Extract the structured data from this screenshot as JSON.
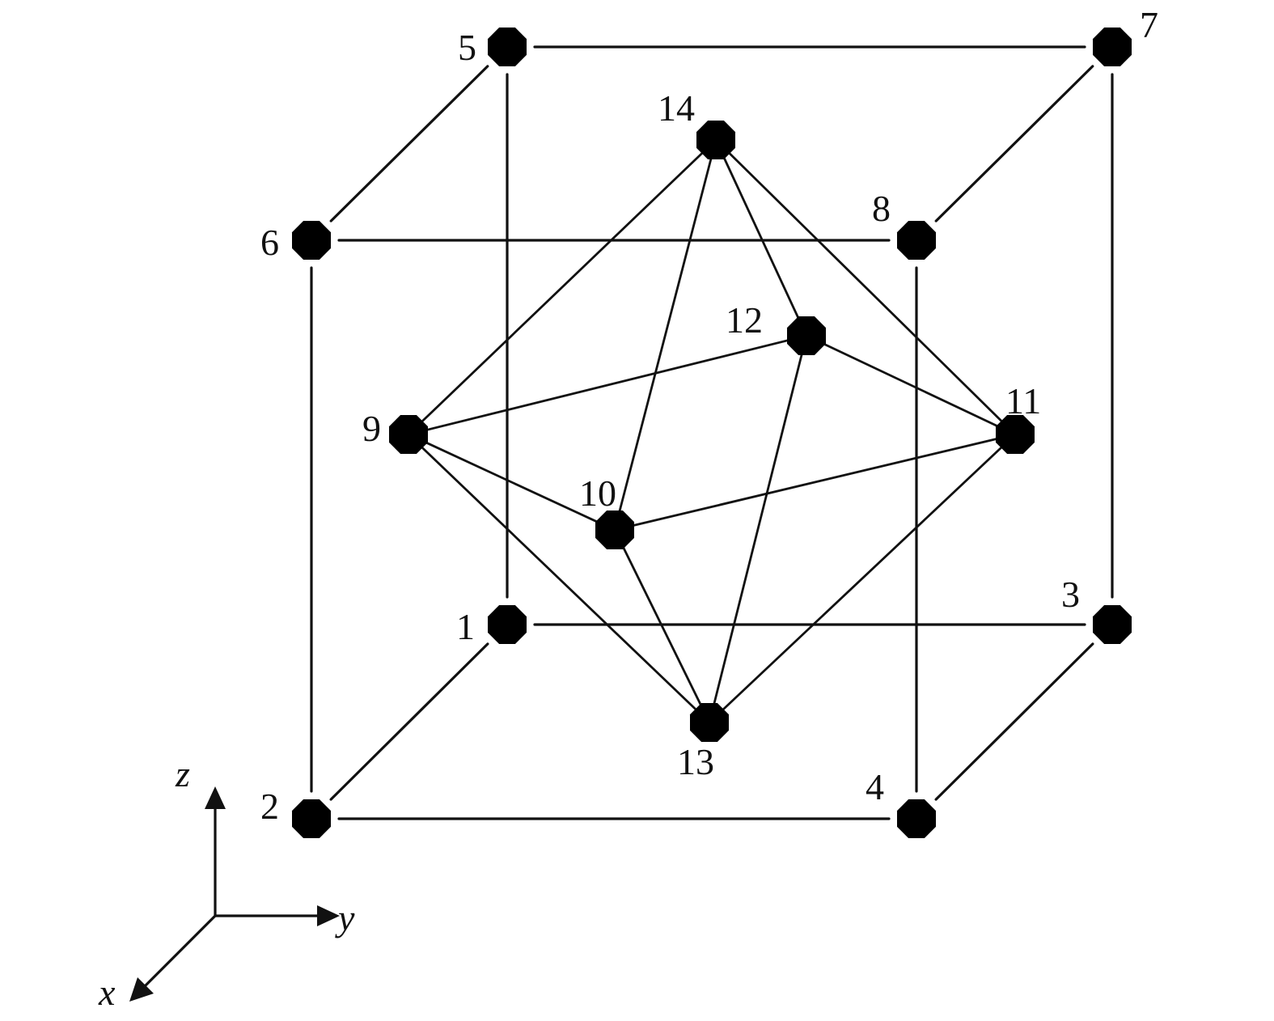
{
  "figure": {
    "nodes": [
      {
        "id": "1",
        "label": "1"
      },
      {
        "id": "2",
        "label": "2"
      },
      {
        "id": "3",
        "label": "3"
      },
      {
        "id": "4",
        "label": "4"
      },
      {
        "id": "5",
        "label": "5"
      },
      {
        "id": "6",
        "label": "6"
      },
      {
        "id": "7",
        "label": "7"
      },
      {
        "id": "8",
        "label": "8"
      },
      {
        "id": "9",
        "label": "9"
      },
      {
        "id": "10",
        "label": "10"
      },
      {
        "id": "11",
        "label": "11"
      },
      {
        "id": "12",
        "label": "12"
      },
      {
        "id": "13",
        "label": "13"
      },
      {
        "id": "14",
        "label": "14"
      }
    ],
    "cube_edges": [
      [
        "5",
        "7"
      ],
      [
        "6",
        "8"
      ],
      [
        "1",
        "3"
      ],
      [
        "2",
        "4"
      ],
      [
        "5",
        "6"
      ],
      [
        "7",
        "8"
      ],
      [
        "1",
        "2"
      ],
      [
        "3",
        "4"
      ],
      [
        "5",
        "1"
      ],
      [
        "7",
        "3"
      ],
      [
        "6",
        "2"
      ],
      [
        "8",
        "4"
      ]
    ],
    "octahedron_edges": [
      [
        "14",
        "9"
      ],
      [
        "14",
        "10"
      ],
      [
        "14",
        "11"
      ],
      [
        "14",
        "12"
      ],
      [
        "13",
        "9"
      ],
      [
        "13",
        "10"
      ],
      [
        "13",
        "11"
      ],
      [
        "13",
        "12"
      ],
      [
        "9",
        "10"
      ],
      [
        "10",
        "11"
      ],
      [
        "11",
        "12"
      ],
      [
        "12",
        "9"
      ]
    ],
    "axes": {
      "z": "z",
      "y": "y",
      "x": "x"
    },
    "colors": {
      "ink": "#000000",
      "background": "#ffffff"
    }
  }
}
